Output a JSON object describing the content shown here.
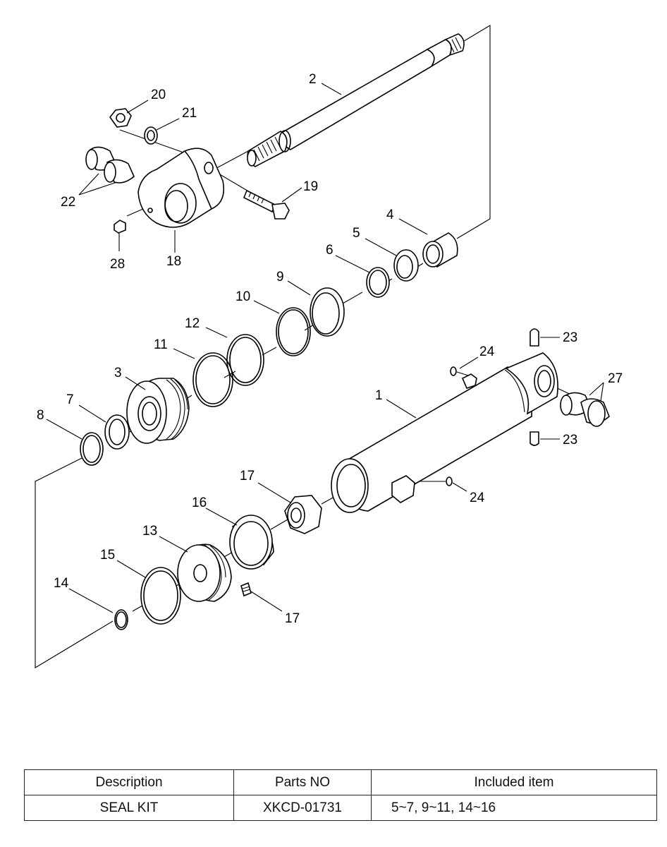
{
  "callouts": {
    "n1": "1",
    "n2": "2",
    "n3": "3",
    "n4": "4",
    "n5": "5",
    "n6": "6",
    "n7": "7",
    "n8": "8",
    "n9": "9",
    "n10": "10",
    "n11": "11",
    "n12": "12",
    "n13": "13",
    "n14": "14",
    "n15": "15",
    "n16": "16",
    "n17a": "17",
    "n17b": "17",
    "n18": "18",
    "n19": "19",
    "n20": "20",
    "n21": "21",
    "n22": "22",
    "n23a": "23",
    "n23b": "23",
    "n24a": "24",
    "n24b": "24",
    "n27": "27",
    "n28": "28"
  },
  "table": {
    "headers": [
      "Description",
      "Parts NO",
      "Included item"
    ],
    "rows": [
      [
        "SEAL KIT",
        "XKCD-01731",
        "5~7, 9~11, 14~16"
      ]
    ]
  }
}
